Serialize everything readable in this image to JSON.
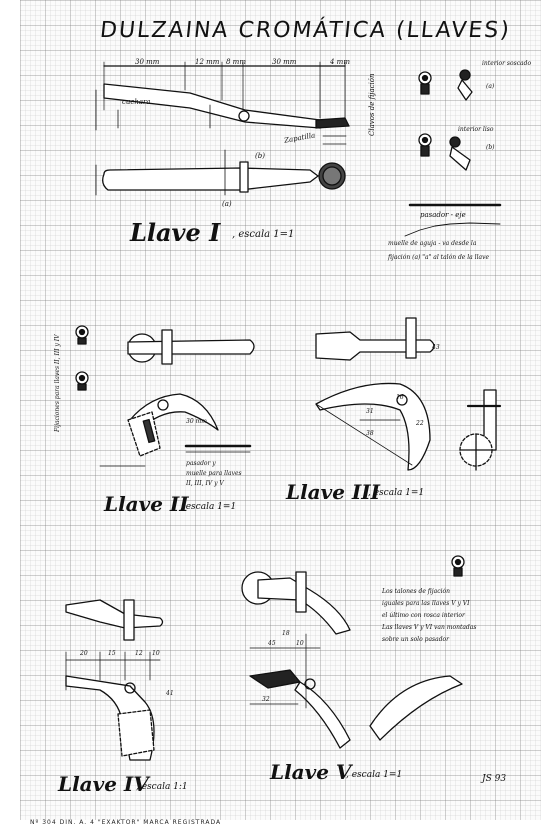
{
  "title": "DULZAINA CROMÁTICA (LLAVES)",
  "llave1": {
    "label": "Llave I",
    "scale": ", escala 1=1"
  },
  "llave2": {
    "label": "Llave II",
    "scale": ", escala 1=1"
  },
  "llave3": {
    "label": "Llave III",
    "scale": ", escala 1=1"
  },
  "llave4": {
    "label": "Llave IV",
    "scale": ", escala 1:1"
  },
  "llave5": {
    "label": "Llave V",
    "scale": ", escala 1=1"
  },
  "dims1": {
    "d30a": "30 mm",
    "d12": "12 mm",
    "d8": "8 mm",
    "d30b": "30 mm",
    "d4": "4 mm",
    "cuchara": "cuchara",
    "zapatilla": "Zapatilla",
    "a": "(a)",
    "b": "(b)"
  },
  "fijacion": {
    "vertical": "Clavos de fijación",
    "interior_soscado": "interior soscado",
    "a": "(a)",
    "interior_liso": "interior liso",
    "b": "(b)",
    "pasador": "pasador - eje",
    "muelle1": "muelle de aguja - va desde la",
    "muelle2": "fijación (a) \"a\" al talón de la llave"
  },
  "fijaciones_side": "Fijaciones para llaves II, III y IV",
  "llave2_notes": {
    "d30": "30 mm",
    "pasador": "pasador y",
    "muelle": "muelle para llaves",
    "list": "II, III, IV y V"
  },
  "llave3_dims": {
    "d31": "31",
    "d38": "38",
    "d22": "22",
    "d16": "16",
    "d43": "43"
  },
  "llave4_dims": {
    "d20": "20",
    "d15": "15",
    "d12": "12",
    "d10": "10",
    "d41": "41"
  },
  "llave5_dims": {
    "d18": "18",
    "d45": "45",
    "d32": "32",
    "d10": "10"
  },
  "note": {
    "l1": "Los talones de fijación",
    "l2": "iguales para las llaves V y VI",
    "l3": "el último con rosca interior",
    "l4": "Las llaves V y VI van montadas",
    "l5": "sobre un solo pasador"
  },
  "signature": "JS 93",
  "footer": "Nº 304  DIN. A. 4  \"EXAKTOR\"  MARCA REGISTRADA"
}
